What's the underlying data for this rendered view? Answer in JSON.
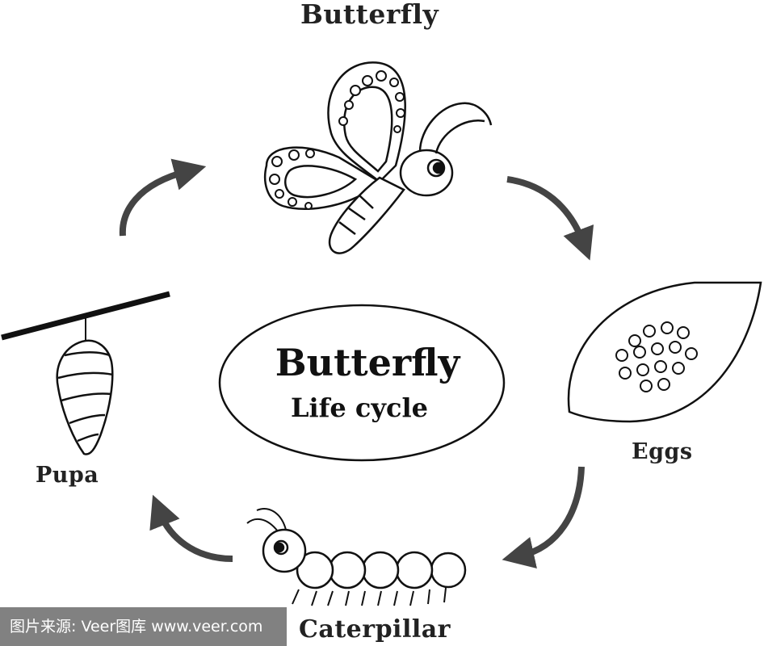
{
  "labels": {
    "butterfly": "Butterfly",
    "eggs": "Eggs",
    "caterpillar": "Caterpillar",
    "pupa": "Pupa"
  },
  "center": {
    "title": "Butterfly",
    "subtitle": "Life cycle"
  },
  "watermark": "图片来源: Veer图库 www.veer.com",
  "colors": {
    "stroke": "#111111",
    "arrow": "#444444",
    "background": "#ffffff"
  }
}
